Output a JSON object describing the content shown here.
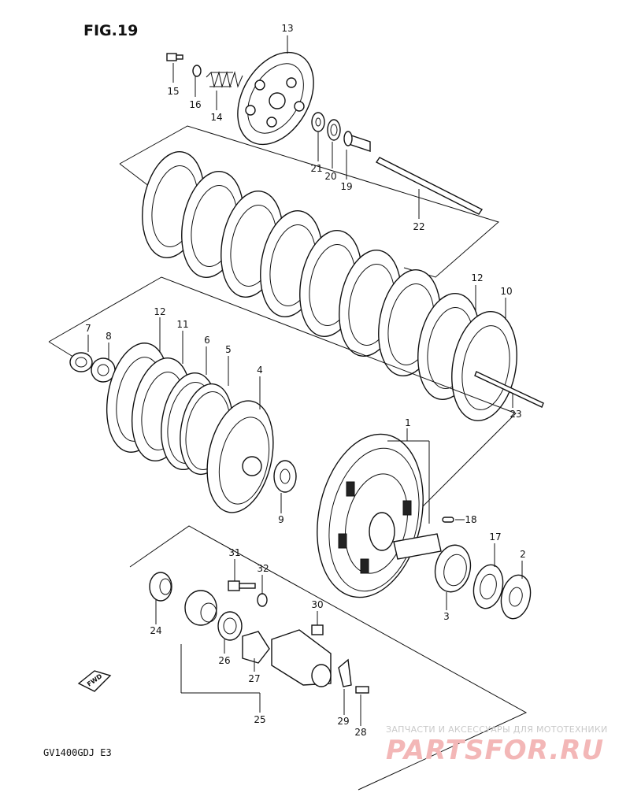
{
  "figure_title": "FIG.19",
  "model_code": "GV1400GDJ E3",
  "fwd_arrow": "FWD",
  "watermark": {
    "subtitle": "ЗАПЧАСТИ И АКСЕССУАРЫ ДЛЯ МОТОТЕХНИКИ",
    "brand": "PARTSFOR.RU"
  },
  "callouts": {
    "c1": "1",
    "c2": "2",
    "c3": "3",
    "c4": "4",
    "c5": "5",
    "c6": "6",
    "c7": "7",
    "c8": "8",
    "c9": "9",
    "c10": "10",
    "c11": "11",
    "c12a": "12",
    "c12b": "12",
    "c13": "13",
    "c14": "14",
    "c15": "15",
    "c16": "16",
    "c17": "17",
    "c18": "18",
    "c19": "19",
    "c20": "20",
    "c21": "21",
    "c22": "22",
    "c23": "23",
    "c24": "24",
    "c25": "25",
    "c26": "26",
    "c27": "27",
    "c28": "28",
    "c29": "29",
    "c30": "30",
    "c31": "31",
    "c32": "32"
  }
}
